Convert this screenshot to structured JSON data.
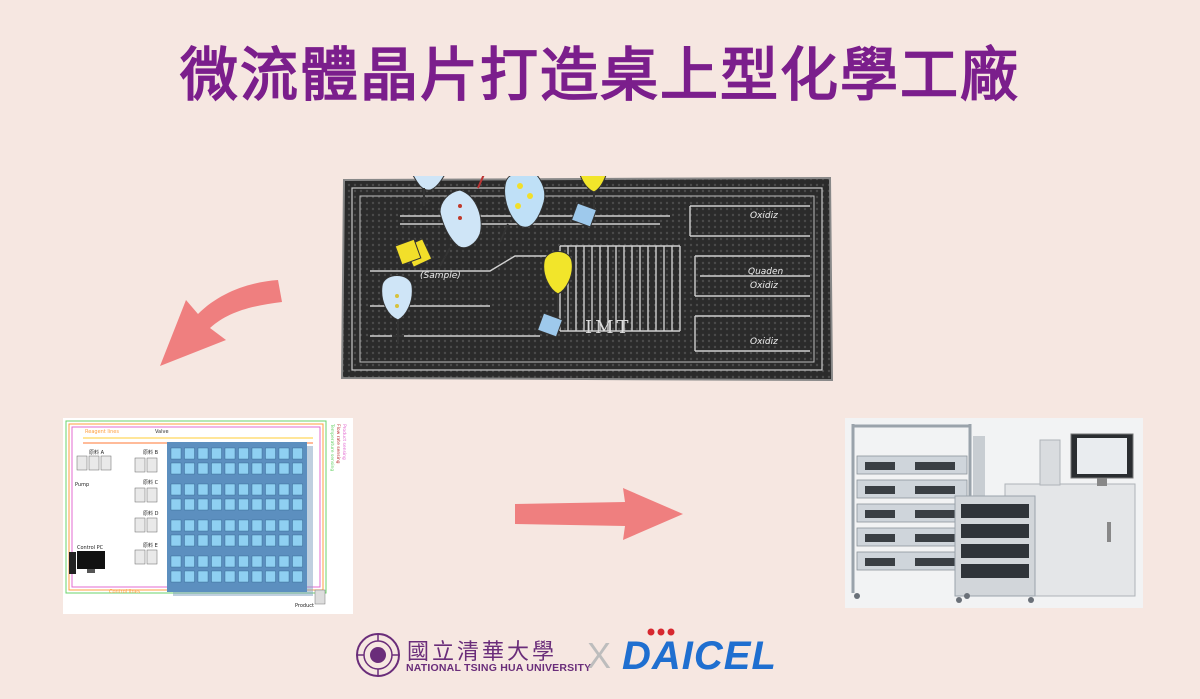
{
  "title": "微流體晶片打造桌上型化學工廠",
  "chip": {
    "labels": [
      "Oxidiz",
      "Quaden",
      "Oxidiz",
      "Oxidiz"
    ],
    "sample_label": "(Sample)",
    "brand": "IMT"
  },
  "diagram": {
    "reagent_lines": "Reagent lines",
    "valve": "Valve",
    "temperature_sensing": "Temperature sensing",
    "flow_rate_sensing": "Flow rate sensing",
    "product_sensing": "Product sensing",
    "raw_a": "原料 A",
    "raw_b": "原料 B",
    "raw_c": "原料 C",
    "raw_d": "原料 D",
    "raw_e": "原料 E",
    "pump": "Pump",
    "control_pc": "Control PC",
    "control_lines": "Control lines",
    "product": "Product"
  },
  "footer": {
    "university_chinese": "國立清華大學",
    "university_name": "NATIONAL TSING HUA UNIVERSITY",
    "separator": "X",
    "partner": "DAICEL"
  },
  "colors": {
    "title": "#7b1e8c",
    "arrow": "#ef7f7f",
    "background": "#f6e7e1",
    "daicel_blue": "#1f6fd0",
    "daicel_red": "#d7282f",
    "nthu_purple": "#6a2d7a"
  }
}
